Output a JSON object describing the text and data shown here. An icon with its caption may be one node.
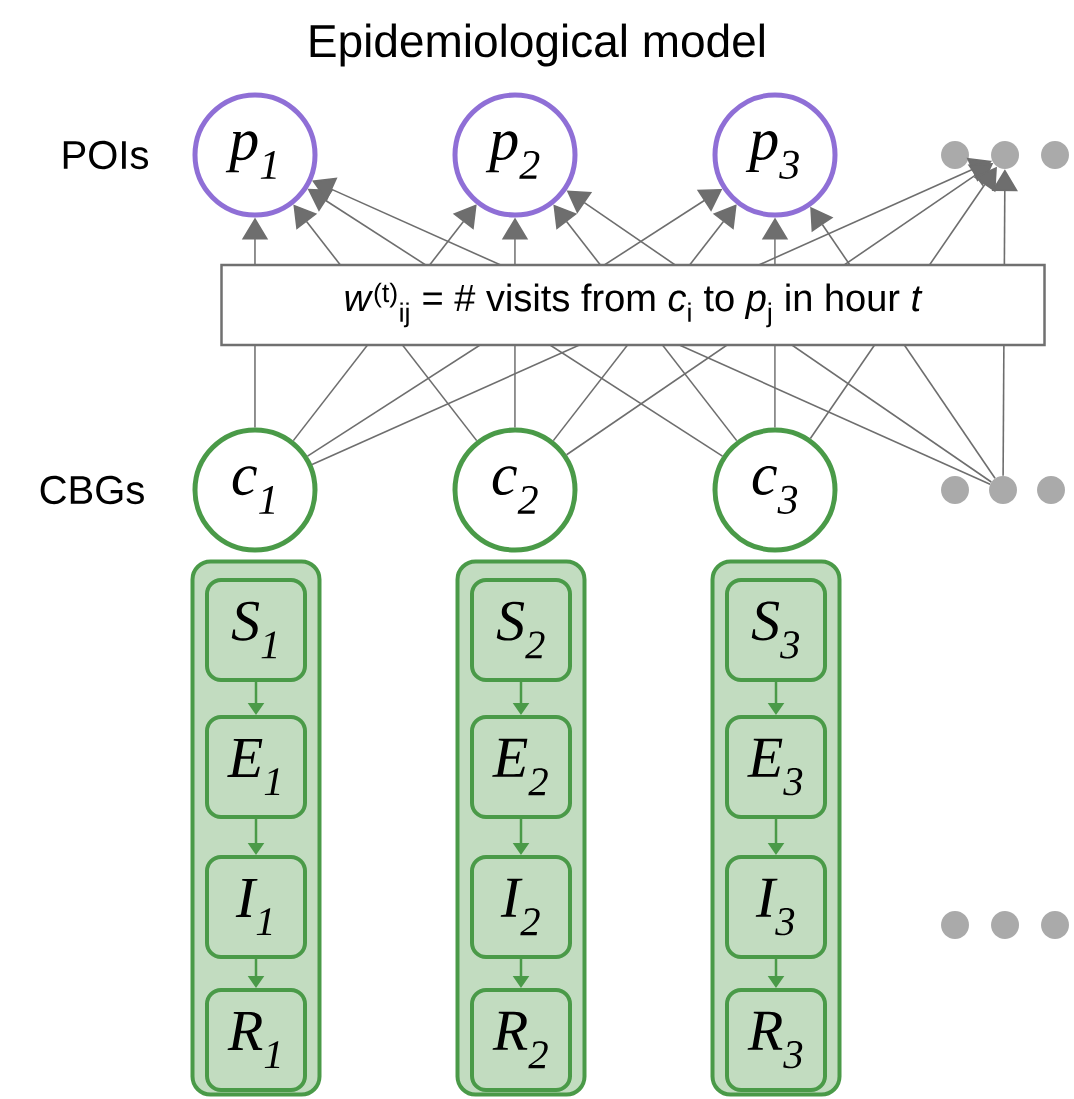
{
  "diagram": {
    "title": "Epidemiological model",
    "nodes": [
      {
        "text": [
          "p$_{1}$"
        ]
      },
      {
        "text": [
          "p$_{2}$"
        ]
      },
      {
        "text": [
          "p$_{3}$"
        ]
      },
      {
        "text": [],
        "shape": "circle"
      },
      {
        "text": [],
        "shape": "circle"
      },
      {
        "text": [],
        "shape": "circle"
      },
      {
        "text": [
          "c$_{1}$"
        ]
      },
      {
        "text": [
          "c$_{2}$"
        ]
      },
      {
        "text": [
          "c$_{3}$"
        ]
      },
      {
        "text": [],
        "shape": "circle"
      },
      {
        "text": [],
        "shape": "circle"
      },
      {
        "text": [],
        "shape": "circle"
      },
      {
        "text": [],
        "shape": "box"
      },
      {
        "text": [
          "S$_{1}$"
        ],
        "in": 12
      },
      {
        "text": [
          "E$_{1}$"
        ],
        "in": 12
      },
      {
        "text": [
          "I$_{1}$"
        ],
        "in": 12
      },
      {
        "text": [
          "R$_{1}$"
        ],
        "in": 12
      },
      {
        "text": [],
        "shape": "box"
      },
      {
        "text": [
          "S$_{2}$"
        ],
        "in": 17
      },
      {
        "text": [
          "E$_{2}$"
        ],
        "in": 17
      },
      {
        "text": [
          "I$_{2}$"
        ],
        "in": 17
      },
      {
        "text": [
          "R$_{2}$"
        ],
        "in": 17
      },
      {
        "text": [],
        "shape": "box"
      },
      {
        "text": [
          "S$_{3}$"
        ],
        "in": 22
      },
      {
        "text": [
          "E$_{3}$"
        ],
        "in": 22
      },
      {
        "text": [
          "I$_{3}$"
        ],
        "in": 22
      },
      {
        "text": [
          "R$_{3}$"
        ],
        "in": 22
      }
    ],
    "edges": [
      {
        "from": 6,
        "to": 0,
        "arrow": "to"
      },
      {
        "from": 6,
        "to": 1,
        "arrow": "to"
      },
      {
        "from": 6,
        "to": 2,
        "arrow": "to"
      },
      {
        "from": 6,
        "to": 4,
        "arrow": "to"
      },
      {
        "from": 7,
        "to": 0,
        "arrow": "to"
      },
      {
        "from": 7,
        "to": 1,
        "arrow": "to"
      },
      {
        "from": 7,
        "to": 2,
        "arrow": "to"
      },
      {
        "from": 7,
        "to": 4,
        "arrow": "to"
      },
      {
        "from": 8,
        "to": 0,
        "arrow": "to"
      },
      {
        "from": 8,
        "to": 1,
        "arrow": "to"
      },
      {
        "from": 8,
        "to": 2,
        "arrow": "to"
      },
      {
        "from": 8,
        "to": 4,
        "arrow": "to"
      },
      {
        "from": 10,
        "to": 0,
        "arrow": "to"
      },
      {
        "from": 10,
        "to": 1,
        "arrow": "to"
      },
      {
        "from": 10,
        "to": 2,
        "arrow": "to"
      },
      {
        "from": 10,
        "to": 4,
        "arrow": "to"
      },
      {
        "from": 13,
        "to": 14,
        "arrow": "to",
        "color": "#4a9a48"
      },
      {
        "from": 14,
        "to": 15,
        "arrow": "to",
        "color": "#4a9a48"
      },
      {
        "from": 15,
        "to": 16,
        "arrow": "to",
        "color": "#4a9a48"
      },
      {
        "from": 18,
        "to": 19,
        "arrow": "to",
        "color": "#4a9a48"
      },
      {
        "from": 19,
        "to": 20,
        "arrow": "to",
        "color": "#4a9a48"
      },
      {
        "from": 20,
        "to": 21,
        "arrow": "to",
        "color": "#4a9a48"
      },
      {
        "from": 23,
        "to": 24,
        "arrow": "to",
        "color": "#4a9a48"
      },
      {
        "from": 24,
        "to": 25,
        "arrow": "to",
        "color": "#4a9a48"
      },
      {
        "from": 25,
        "to": 26,
        "arrow": "to",
        "color": "#4a9a48"
      }
    ],
    "labels": [
      "POIs",
      "*w*$^{(t)}$$_{ij}$ = # visits from *c*$_{i}$ to *p*$_{j}$ in hour *t*",
      "CBGs"
    ]
  }
}
